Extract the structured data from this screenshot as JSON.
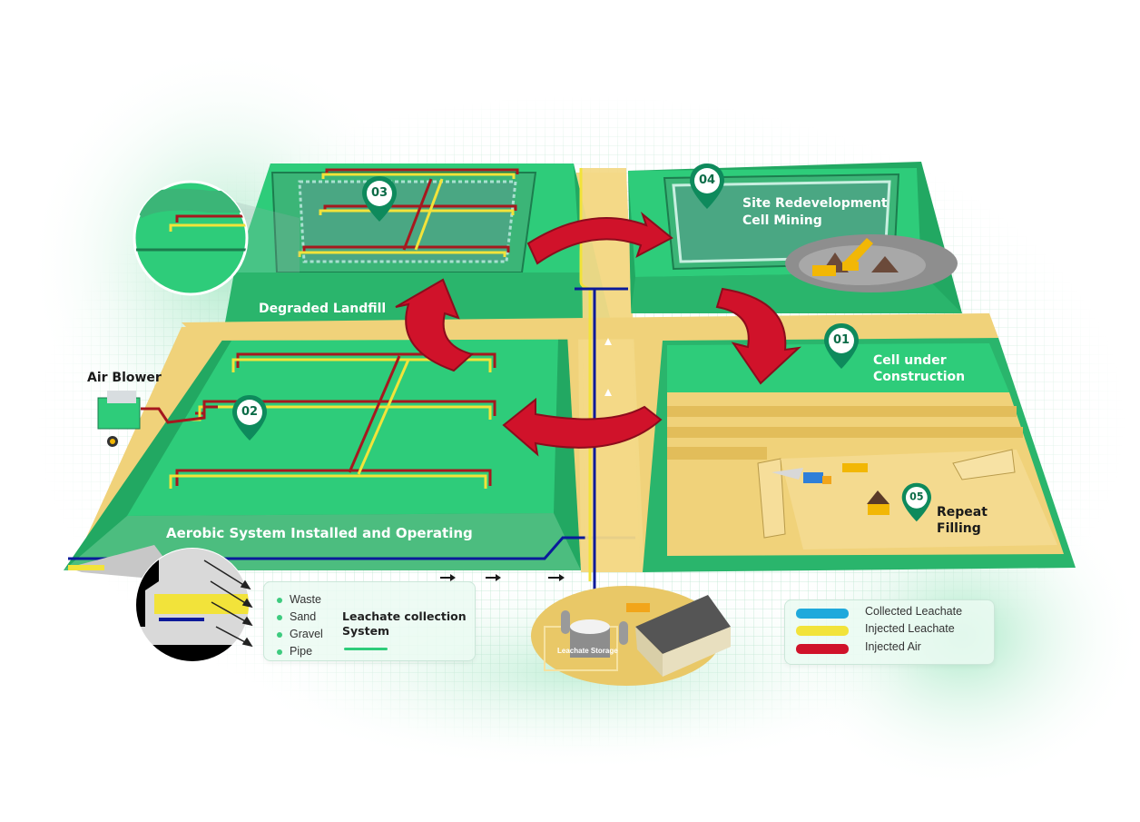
{
  "diagram": {
    "title": "Aerobic landfill cell lifecycle",
    "stages": [
      {
        "number": "01",
        "label_lines": [
          "Cell under",
          "Construction"
        ]
      },
      {
        "number": "02",
        "label": "Aerobic System Installed and Operating"
      },
      {
        "number": "03",
        "label": "Degraded Landfill"
      },
      {
        "number": "04",
        "label_lines": [
          "Site Redevelopment",
          "Cell Mining"
        ]
      },
      {
        "number": "05",
        "label_lines": [
          "Repeat",
          "Filling"
        ]
      }
    ],
    "equipment": {
      "air_blower": "Air Blower",
      "leachate_storage": "Leachate Storage"
    },
    "layer_panel": {
      "layers": [
        "Waste",
        "Sand",
        "Gravel",
        "Pipe"
      ],
      "title_lines": [
        "Leachate collection",
        "System"
      ]
    },
    "legend": {
      "items": [
        {
          "label": "Collected Leachate",
          "color": "#1fa9dc"
        },
        {
          "label": "Injected Leachate",
          "color": "#f2e33a"
        },
        {
          "label": "Injected Air",
          "color": "#d0122a"
        }
      ]
    },
    "colors": {
      "cell_green": "#2ecc7a",
      "cell_dark_green": "#22a862",
      "cell_top_green": "#3bb577",
      "road_sand": "#f0d27a",
      "sand_dark": "#e2bd5a",
      "arrow_red": "#d0122a",
      "arrow_red_dark": "#8c0c1c",
      "pipe_blue": "#0a1a9a",
      "pin_green": "#0e8a5c"
    }
  }
}
